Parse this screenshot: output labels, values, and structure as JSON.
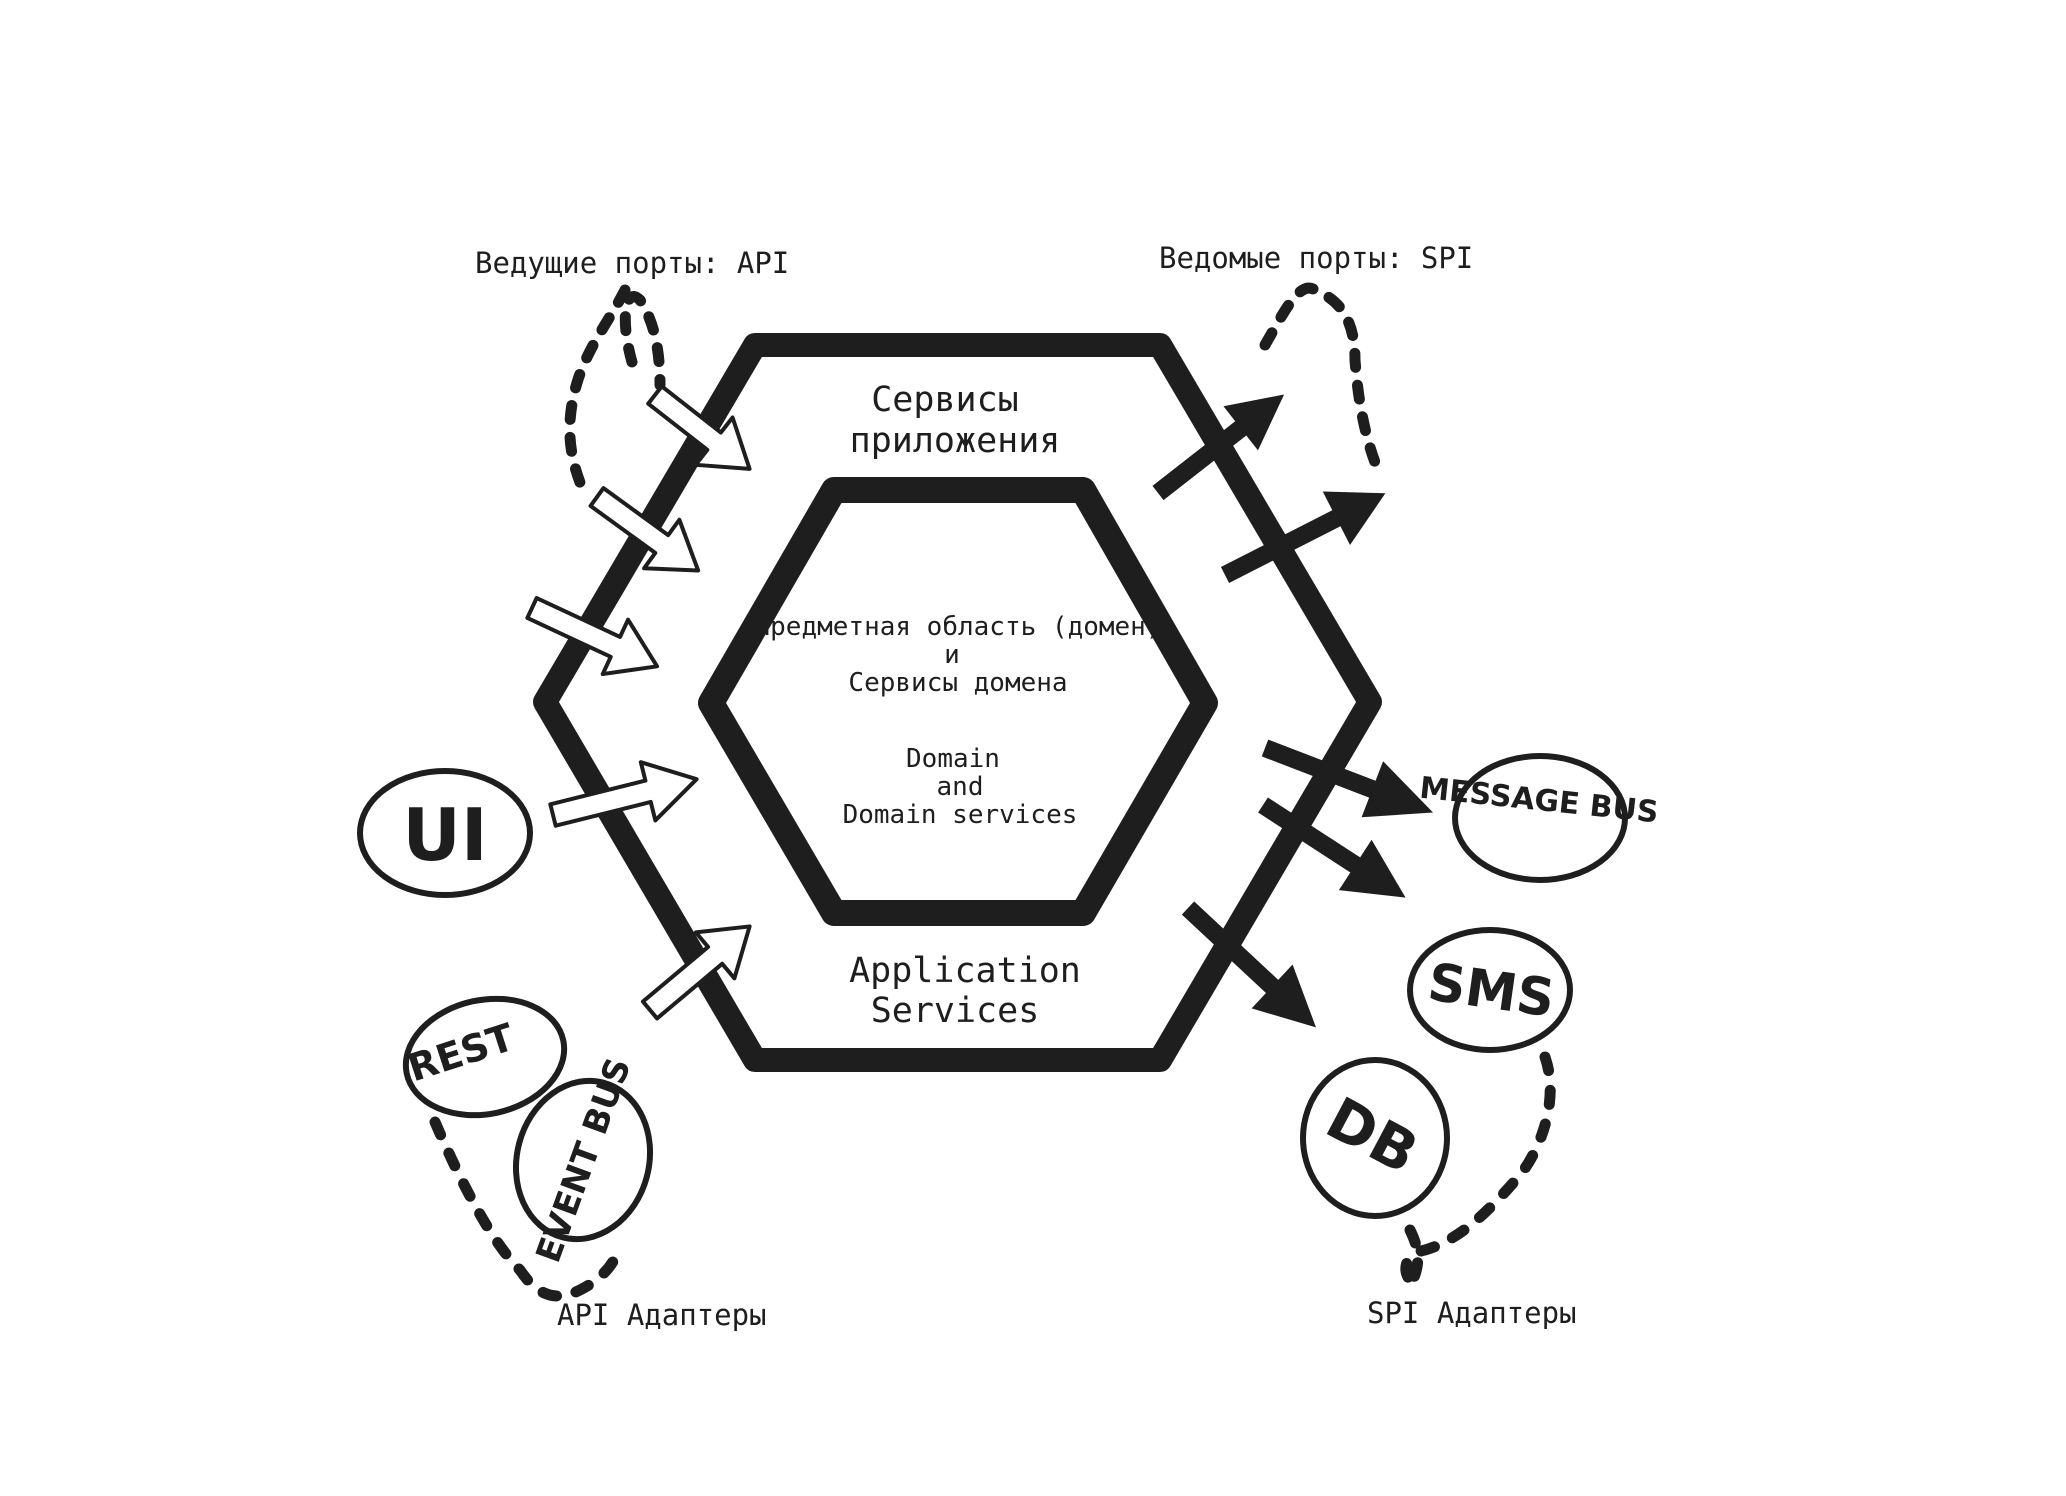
{
  "diagram": {
    "inner_hex": {
      "title_ru": [
        "Предметная область (домен)",
        "и",
        "Сервисы домена"
      ],
      "title_en": [
        "Domain",
        "and",
        "Domain services"
      ]
    },
    "outer_hex": {
      "top_label": [
        "Сервисы",
        "приложения"
      ],
      "bottom_label": [
        "Application",
        "Services"
      ]
    },
    "ports": {
      "driving_label": "Ведущие порты: API",
      "driven_label": "Ведомые порты: SPI"
    },
    "adapters": {
      "api_label": "API Адаптеры",
      "spi_label": "SPI Адаптеры",
      "api_items": [
        "UI",
        "REST",
        "EVENT BUS"
      ],
      "spi_items": [
        "MESSAGE BUS",
        "SMS",
        "DB"
      ]
    },
    "colors": {
      "ink": "#1e1e1e",
      "background": "#ffffff"
    }
  }
}
